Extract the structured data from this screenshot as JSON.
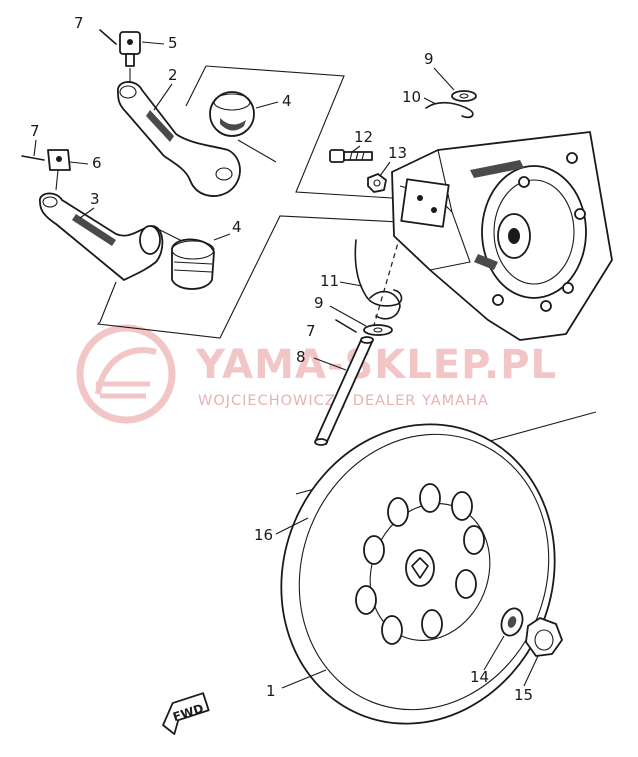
{
  "diagram": {
    "watermark": {
      "brand": "YAMA-SKLEP.PL",
      "subtitle": "WOJCIECHOWICZ | DEALER YAMAHA"
    },
    "fwd_label": "FWD",
    "callouts": [
      "1",
      "2",
      "3",
      "4",
      "4",
      "5",
      "6",
      "7",
      "7",
      "7",
      "8",
      "9",
      "9",
      "10",
      "11",
      "12",
      "13",
      "14",
      "15",
      "16"
    ]
  }
}
